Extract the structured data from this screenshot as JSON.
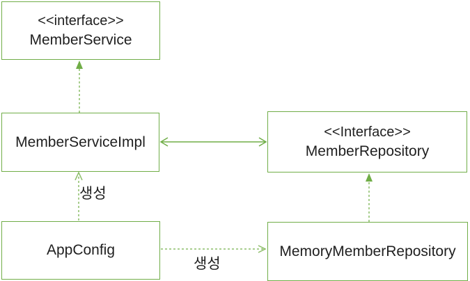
{
  "colors": {
    "background": "#ffffff",
    "box_border": "#70ad47",
    "solid_arrow": "#70ad47",
    "dashed_arrow": "#8cbd68",
    "arrowhead_fill": "#70ad47",
    "text": "#1f1f1f"
  },
  "boxes": {
    "member_service": {
      "stereotype": "<<interface>>",
      "name": "MemberService"
    },
    "member_service_impl": {
      "name": "MemberServiceImpl"
    },
    "member_repository": {
      "stereotype": "<<Interface>>",
      "name": "MemberRepository"
    },
    "app_config": {
      "name": "AppConfig"
    },
    "memory_member_repository": {
      "name": "MemoryMemberRepository"
    }
  },
  "edge_labels": {
    "create_vertical": "생성",
    "create_horizontal": "생성"
  },
  "relations": [
    {
      "from": "MemberServiceImpl",
      "to": "MemberService",
      "style": "dashed",
      "head": "filled-triangle",
      "label": ""
    },
    {
      "from": "MemberServiceImpl",
      "to": "MemberRepository",
      "style": "solid",
      "head": "open-both-ends",
      "label": ""
    },
    {
      "from": "AppConfig",
      "to": "MemberServiceImpl",
      "style": "dashed",
      "head": "open",
      "label": "생성"
    },
    {
      "from": "AppConfig",
      "to": "MemoryMemberRepository",
      "style": "dashed",
      "head": "open",
      "label": "생성"
    },
    {
      "from": "MemoryMemberRepository",
      "to": "MemberRepository",
      "style": "dashed",
      "head": "filled-triangle",
      "label": ""
    }
  ]
}
